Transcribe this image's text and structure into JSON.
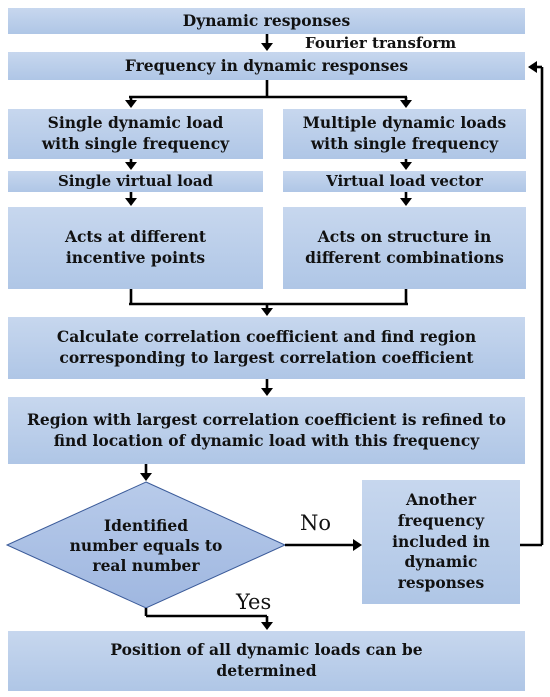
{
  "nodes": {
    "dynamic_responses": "Dynamic responses",
    "frequency_in_responses": "Frequency in dynamic responses",
    "single_dynamic_load": "Single dynamic load with single frequency",
    "multiple_dynamic_loads": "Multiple dynamic loads with single frequency",
    "single_virtual_load": "Single virtual load",
    "virtual_load_vector": "Virtual load vector",
    "acts_different_points": "Acts at different incentive points",
    "acts_different_combinations": "Acts on structure in different combinations",
    "calculate_correlation": "Calculate correlation coefficient and find region corresponding to largest correlation coefficient",
    "region_refined": "Region with largest correlation coefficient is refined to find location of dynamic load with this frequency",
    "decision": "Identified number equals to real number",
    "another_frequency": "Another frequency included in dynamic responses",
    "final_position": "Position of all dynamic loads can be determined"
  },
  "edge_labels": {
    "fourier_transform": "Fourier transform",
    "no": "No",
    "yes": "Yes"
  },
  "colors": {
    "box_fill_top": "#c7d7ee",
    "box_fill_bottom": "#afc6e6",
    "diamond_fill": "#a9bfe3",
    "line": "#000000"
  }
}
